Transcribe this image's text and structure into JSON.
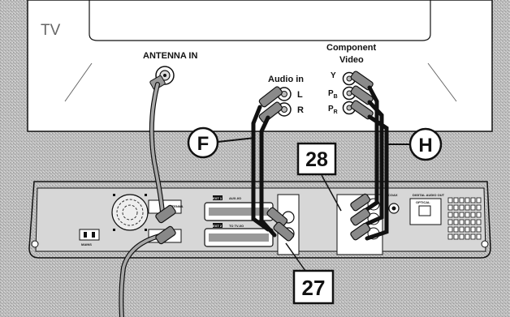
{
  "tv_label": "TV",
  "antenna_label": "ANTENNA IN",
  "audio_in": {
    "title": "Audio in",
    "left": "L",
    "right": "R"
  },
  "component_video": {
    "title_line1": "Component",
    "title_line2": "Video",
    "y": "Y",
    "pb_main": "P",
    "pb_sub": "B",
    "pr_main": "P",
    "pr_sub": "R"
  },
  "callouts": {
    "f": "F",
    "h": "H",
    "step_28": "28",
    "step_27": "27"
  },
  "recorder_labels": {
    "mains": "MAINS",
    "antenna": "ANTENNA",
    "tv": "TV",
    "ext1": "EXT 1",
    "ext1_name": "AUX-I/O",
    "ext2": "EXT 2",
    "ext2_name": "TO TV-I/O",
    "digital_audio_out": "DIGITAL AUDIO OUT",
    "coax": "COAX",
    "optical": "OPTICAL"
  },
  "colors": {
    "background": "#b9b9b9",
    "tv_screen": "#ffffff",
    "ink": "#111111",
    "cable": "#9a9a9a",
    "recorder_body": "#cfcfcf"
  }
}
